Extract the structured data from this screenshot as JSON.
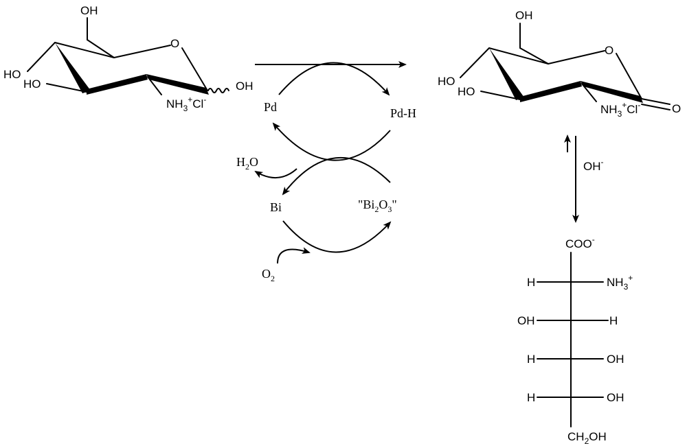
{
  "left_molecule": {
    "oh_top": "OH",
    "ring_o": "O",
    "ho_left": "HO",
    "ho_lower": "HO",
    "nh3": "NH",
    "nh3_sub": "3",
    "nh3_plus": "+",
    "cl": "Cl",
    "cl_minus": "-",
    "oh_anomeric": "OH"
  },
  "right_molecule": {
    "oh_top": "OH",
    "ring_o": "O",
    "ho_left": "HO",
    "ho_lower": "HO",
    "nh3": "NH",
    "nh3_sub": "3",
    "nh3_plus": "+",
    "cl": "Cl",
    "cl_minus": "-",
    "carbonyl_o": "O"
  },
  "catalytic_cycle": {
    "pd": "Pd",
    "pd_h": "Pd-H",
    "h2o_h": "H",
    "h2o_sub": "2",
    "h2o_o": "O",
    "bi": "Bi",
    "bi2o3_open_quote": "\"Bi",
    "bi2o3_sub1": "2",
    "bi2o3_o": "O",
    "bi2o3_sub2": "3",
    "bi2o3_close_quote": "\"",
    "o2_o": "O",
    "o2_sub": "2"
  },
  "hydrolysis": {
    "oh": "OH",
    "oh_minus": "-"
  },
  "fischer_projection": {
    "coo": "COO",
    "coo_minus": "-",
    "row1_left": "H",
    "row1_right_nh": "NH",
    "row1_right_sub": "3",
    "row1_right_plus": "+",
    "row2_left": "OH",
    "row2_right": "H",
    "row3_left": "H",
    "row3_right": "OH",
    "row4_left": "H",
    "row4_right": "OH",
    "bottom": "CH",
    "bottom_sub": "2",
    "bottom_oh": "OH"
  }
}
